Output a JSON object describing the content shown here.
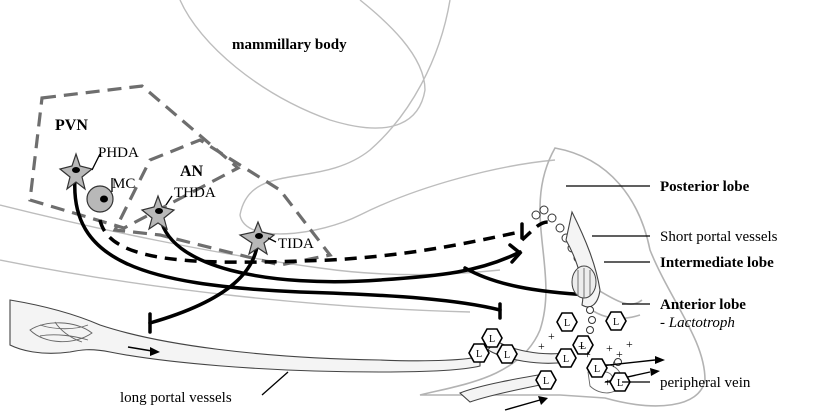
{
  "regions": {
    "mammillary_body": "mammillary body",
    "pvn": "PVN",
    "an": "AN"
  },
  "neurons": {
    "phda": "PHDA",
    "mc": "MC",
    "thda": "THDA",
    "tida": "TIDA"
  },
  "labels": {
    "posterior_lobe": "Posterior lobe",
    "short_portal_vessels": "Short portal vessels",
    "intermediate_lobe": "Intermediate lobe",
    "anterior_lobe": "Anterior lobe",
    "lactotroph": "- Lactotroph",
    "peripheral_vein": "peripheral vein",
    "long_portal_vessels": "long portal vessels"
  },
  "lactotroph_cell_letter": "L",
  "plus_sign": "+"
}
